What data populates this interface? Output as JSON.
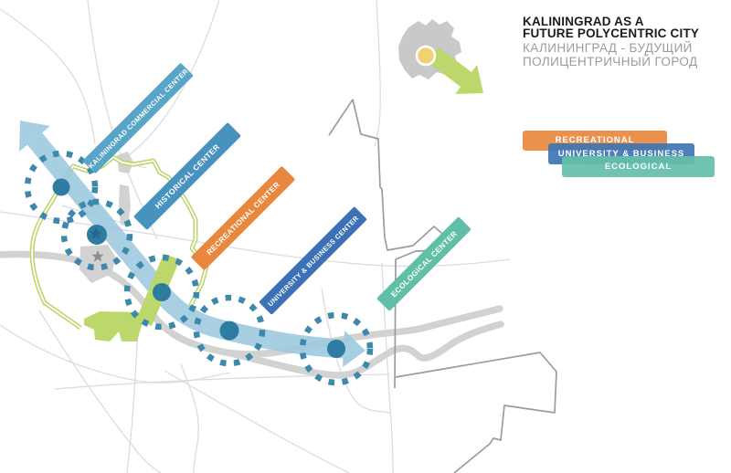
{
  "title": {
    "line1": "KALININGRAD AS A",
    "line2": "FUTURE POLYCENTRIC CITY",
    "subtitle_line1": "КАЛИНИНГРАД - БУДУЩИЙ",
    "subtitle_line2": "ПОЛИЦЕНТРИЧНЫЙ ГОРОД"
  },
  "legend": {
    "items": [
      {
        "label": "RECREATIONAL",
        "color": "#E8883E"
      },
      {
        "label": "UNIVERSITY & BUSINESS",
        "color": "#3E76B5"
      },
      {
        "label": "ECOLOGICAL",
        "color": "#64BFA9"
      }
    ]
  },
  "map": {
    "banners": [
      {
        "label": "KALININGRAD COMMERCIAL CENTER",
        "color": "#58A5C8"
      },
      {
        "label": "HISTORICAL CENTER",
        "color": "#4893BD"
      },
      {
        "label": "RECREATIONAL CENTER",
        "color": "#E8883E"
      },
      {
        "label": "UNIVERSITY & BUSINESS CENTER",
        "color": "#3C72B4"
      },
      {
        "label": "ECOLOGICAL CENTER",
        "color": "#62BFA7"
      }
    ],
    "colors": {
      "development_axis": "#9BC8DE",
      "node_dot": "#2E7CA2",
      "node_ring": "#3E88AC",
      "green_belt": "#BCD76B",
      "roads": "#DCDCDC",
      "main_roads": "#D2D2D2",
      "city_boundary": "#9C9C9C",
      "inset_city": "#C9C9C9",
      "inset_core": "#F2D173"
    }
  }
}
